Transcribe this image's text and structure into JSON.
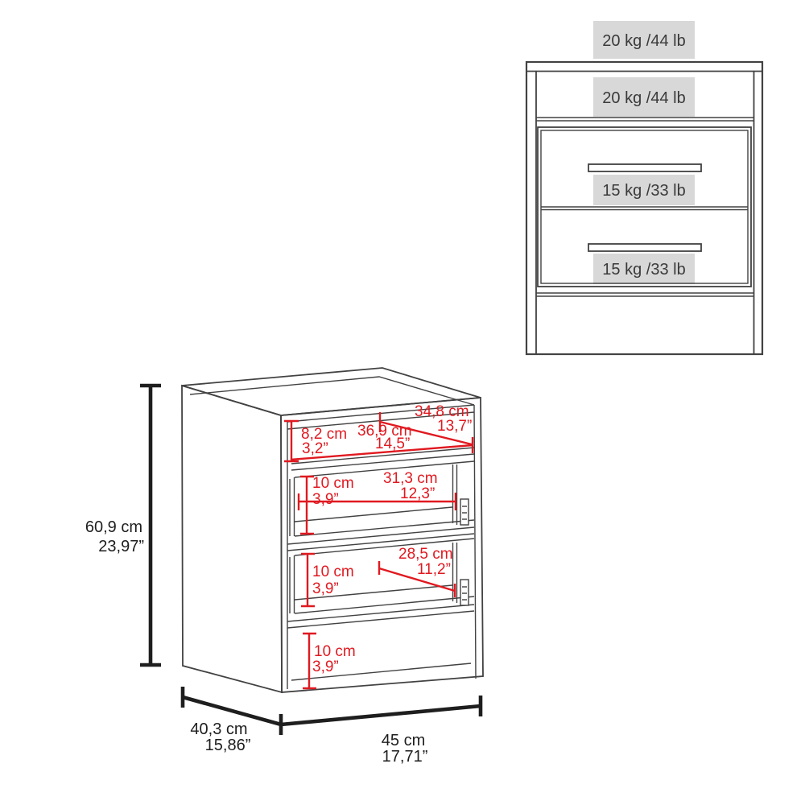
{
  "colors": {
    "outline": "#424242",
    "dimension_black": "#1e1e1e",
    "dimension_red": "#e01920",
    "label_background": "#d8d8d8",
    "label_text": "#3a3a3a"
  },
  "front_view": {
    "top_capacity": "20 kg /44 lb",
    "shelf_capacity": "20 kg /44 lb",
    "drawer1_capacity": "15 kg /33 lb",
    "drawer2_capacity": "15 kg /33 lb"
  },
  "iso_view": {
    "height_cm": "60,9 cm",
    "height_in": "23,97”",
    "depth_cm": "40,3 cm",
    "depth_in": "15,86”",
    "width_cm": "45 cm",
    "width_in": "17,71”",
    "opening_height_cm": "8,2 cm",
    "opening_height_in": "3,2”",
    "opening_width_cm": "36,9 cm",
    "opening_width_in": "14,5”",
    "opening_depth_cm": "34,8 cm",
    "opening_depth_in": "13,7”",
    "drawer1_height_cm": "10 cm",
    "drawer1_height_in": "3,9”",
    "drawer1_width_cm": "31,3 cm",
    "drawer1_width_in": "12,3”",
    "drawer2_height_cm": "10 cm",
    "drawer2_height_in": "3,9”",
    "drawer2_depth_cm": "28,5 cm",
    "drawer2_depth_in": "11,2”",
    "base_height_cm": "10 cm",
    "base_height_in": "3,9”"
  }
}
